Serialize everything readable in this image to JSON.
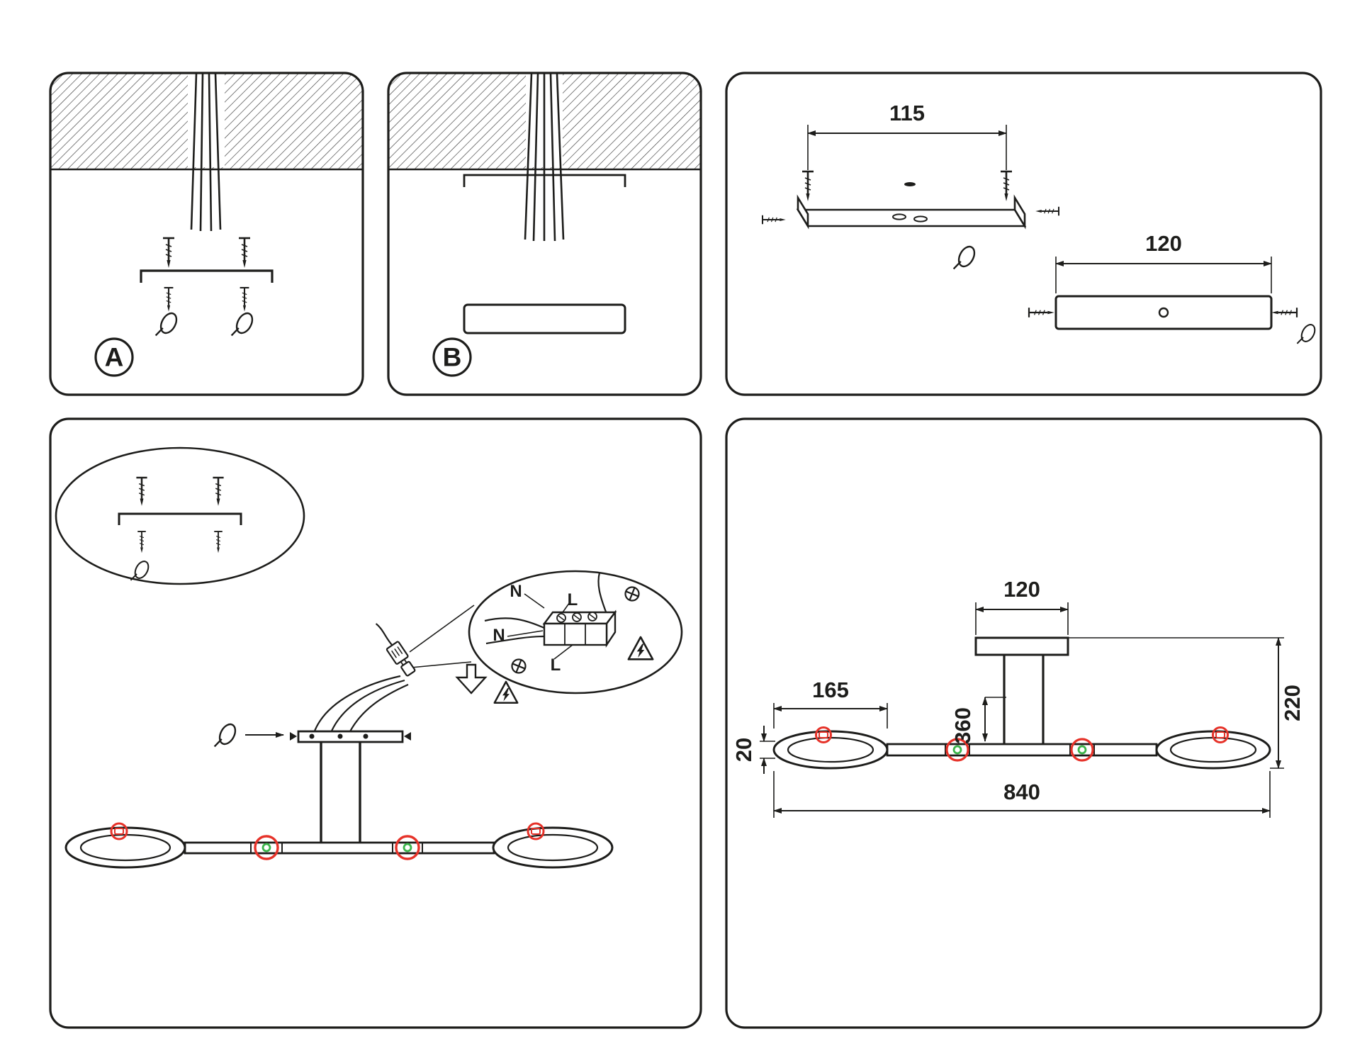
{
  "sheet": {
    "background": "#ffffff",
    "line_color": "#1d1d1b",
    "accent_red": "#e63229",
    "accent_green": "#3bb54a"
  },
  "panel_a": {
    "label": "A"
  },
  "panel_b": {
    "label": "B"
  },
  "mounting": {
    "bracket_dim": "115",
    "plate_dim": "120"
  },
  "wiring": {
    "n1": "N",
    "l1": "L",
    "n2": "N",
    "l2": "L"
  },
  "dims": {
    "canopy": "120",
    "ring": "165",
    "drop": "360",
    "tube": "20",
    "height": "220",
    "width": "840"
  },
  "icons": {
    "wall_plug": "wall-plug-icon",
    "screw": "screw-icon",
    "screw_head": "screw-head-icon",
    "warning": "electric-shock-warning-icon",
    "arrow": "direction-arrow-icon"
  }
}
